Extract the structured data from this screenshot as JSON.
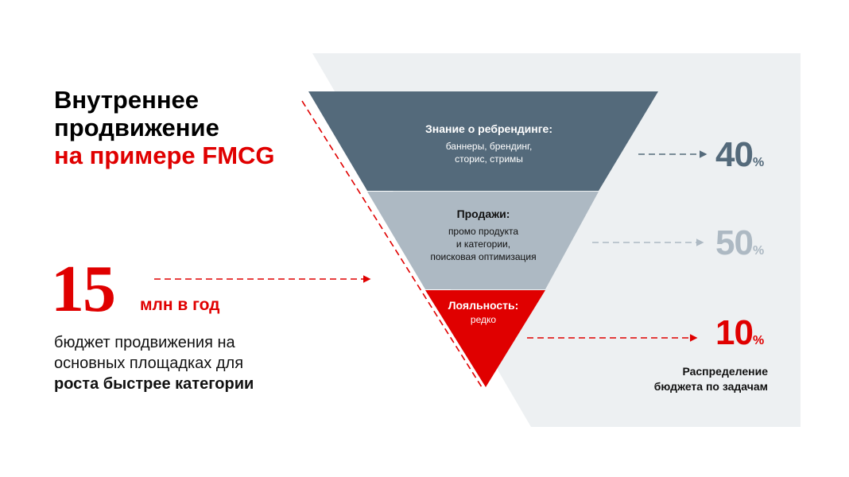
{
  "title": {
    "line1": "Внутреннее",
    "line2": "продвижение",
    "line3": "на примере FMCG"
  },
  "budget": {
    "value": "15",
    "unit": "млн в год",
    "desc_line1": "бюджет продвижения на",
    "desc_line2": "основных площадках для",
    "desc_line3": "роста быстрее категории"
  },
  "funnel": [
    {
      "heading": "Знание о ребрендинге:",
      "line1": "баннеры, брендинг,",
      "line2": "сторис, стримы",
      "line3": "",
      "percent": "40",
      "color": "#546a7b"
    },
    {
      "heading": "Продажи:",
      "line1": "промо продукта",
      "line2": "и категории,",
      "line3": "поисковая оптимизация",
      "percent": "50",
      "color": "#adb9c3"
    },
    {
      "heading": "Лояльность:",
      "line1": "редко",
      "line2": "",
      "line3": "",
      "percent": "10",
      "color": "#e00000"
    }
  ],
  "percent_sign": "%",
  "note": {
    "line1": "Распределение",
    "line2": "бюджета по задачам"
  },
  "colors": {
    "accent": "#e00000",
    "background_panel": "#edf0f2"
  }
}
